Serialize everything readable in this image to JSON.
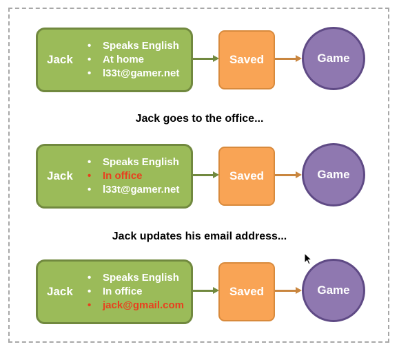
{
  "steps": [
    {
      "person": "Jack",
      "attributes": [
        {
          "text": "Speaks English",
          "changed": false
        },
        {
          "text": "At home",
          "changed": false
        },
        {
          "text": "l33t@gamer.net",
          "changed": false
        }
      ],
      "store": "Saved",
      "consumer": "Game"
    },
    {
      "person": "Jack",
      "attributes": [
        {
          "text": "Speaks English",
          "changed": false
        },
        {
          "text": "In office",
          "changed": true
        },
        {
          "text": "l33t@gamer.net",
          "changed": false
        }
      ],
      "store": "Saved",
      "consumer": "Game"
    },
    {
      "person": "Jack",
      "attributes": [
        {
          "text": "Speaks English",
          "changed": false
        },
        {
          "text": "In office",
          "changed": false
        },
        {
          "text": "jack@gmail.com",
          "changed": true
        }
      ],
      "store": "Saved",
      "consumer": "Game"
    }
  ],
  "captions": [
    "Jack goes to the office...",
    "Jack updates his email address..."
  ],
  "bullet": "•",
  "colors": {
    "person_fill": "#9bbb59",
    "store_fill": "#f9a455",
    "game_fill": "#8f78b0",
    "changed_text": "#e8401f"
  }
}
